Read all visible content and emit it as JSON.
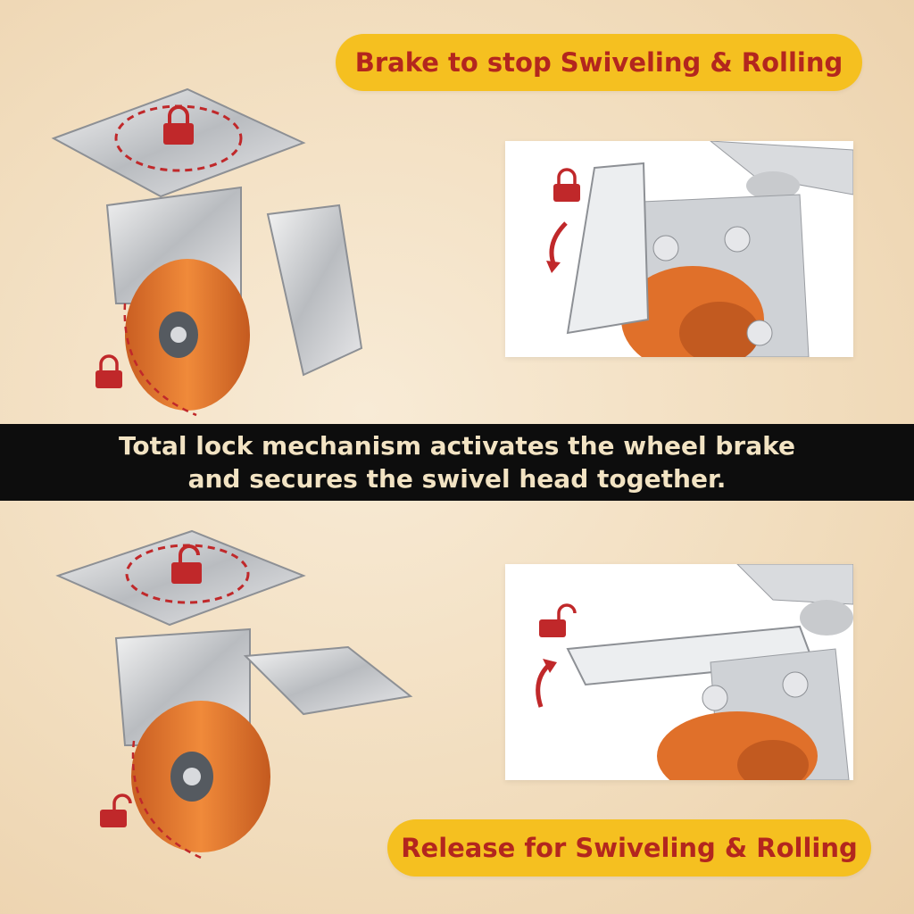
{
  "header": {
    "brake_label": "Brake to stop Swiveling & Rolling"
  },
  "banner": {
    "line1": "Total lock mechanism activates the wheel brake",
    "line2": "and secures the swivel head together."
  },
  "footer": {
    "release_label": "Release for Swiveling & Rolling"
  },
  "colors": {
    "accent_yellow": "#f5c020",
    "text_red": "#b3261e",
    "band_black": "#0d0d0d",
    "band_text": "#f2e3c3",
    "wheel_orange": "#e0702a",
    "lock_red": "#c0282a"
  },
  "icons": {
    "locked": "padlock-closed-icon",
    "unlocked": "padlock-open-icon",
    "rotate": "curved-arrow-icon"
  }
}
